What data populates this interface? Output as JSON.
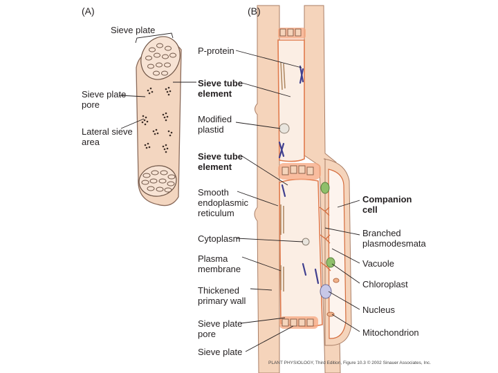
{
  "panels": {
    "a": "(A)",
    "b": "(B)"
  },
  "labels_a": {
    "sieve_plate": "Sieve plate",
    "sieve_plate_pore": "Sieve plate\npore",
    "lateral_sieve_area": "Lateral sieve\narea"
  },
  "labels_b_left": {
    "p_protein": "P-protein",
    "sieve_tube_element_1": "Sieve tube\nelement",
    "modified_plastid": "Modified\nplastid",
    "sieve_tube_element_2": "Sieve tube\nelement",
    "smooth_er": "Smooth\nendoplasmic\nreticulum",
    "cytoplasm": "Cytoplasm",
    "plasma_membrane": "Plasma\nmembrane",
    "thickened_primary_wall": "Thickened\nprimary wall",
    "sieve_plate_pore": "Sieve plate\npore",
    "sieve_plate": "Sieve plate"
  },
  "labels_b_right": {
    "companion_cell": "Companion\ncell",
    "branched_plasmodesmata": "Branched\nplasmodesmata",
    "vacuole": "Vacuole",
    "chloroplast": "Chloroplast",
    "nucleus": "Nucleus",
    "mitochondrion": "Mitochondrion"
  },
  "credit": "PLANT PHYSIOLOGY, Third Edition, Figure 10.3 © 2002 Sinauer Associates, Inc.",
  "colors": {
    "wall_fill": "#f6d9c4",
    "wall_stroke": "#c8967c",
    "callose": "#f08a5d",
    "p_protein": "#3f3f8f",
    "er": "#b08a64",
    "chloroplast": "#8fbf6a",
    "nucleus": "#c8c8e8",
    "text": "#231f20"
  }
}
